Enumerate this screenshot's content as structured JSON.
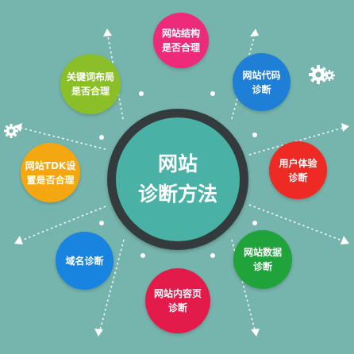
{
  "center": {
    "line1": "网站",
    "line2": "诊断方法"
  },
  "nodes": [
    {
      "line1": "网站结构",
      "line2": "是否合理",
      "color": "#ee2a7b"
    },
    {
      "line1": "网站代码",
      "line2": "诊断",
      "color": "#1f7fd7"
    },
    {
      "line1": "用户体验",
      "line2": "诊断",
      "color": "#ee2a24"
    },
    {
      "line1": "网站数据",
      "line2": "诊断",
      "color": "#1fa33a"
    },
    {
      "line1": "网站内容页",
      "line2": "诊断",
      "color": "#e31b4b"
    },
    {
      "line1": "域名诊断",
      "line2": "",
      "color": "#1884e0"
    },
    {
      "line1": "网站TDK设",
      "line2": "置是否合理",
      "color": "#f4a711"
    },
    {
      "line1": "关键词布局",
      "line2": "是否合理",
      "color": "#8bbf2a"
    }
  ],
  "colors": {
    "background": "#76b5ad",
    "center_ring": "#333b3d",
    "center_fill": "#49b1a6",
    "connector": "#ffffff"
  },
  "icons": [
    "gear-icon-small",
    "gear-icon-large",
    "gear-icon-left"
  ]
}
